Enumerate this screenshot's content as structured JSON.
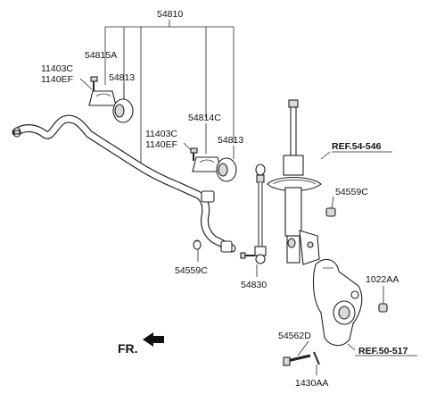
{
  "labels": {
    "assembly": "54810",
    "bracket_left": "54815A",
    "bolt_left_a": "11403C",
    "bolt_left_b": "1140EF",
    "bushing_left": "54813",
    "bracket_right": "54814C",
    "bolt_right_a": "11403C",
    "bolt_right_b": "1140EF",
    "bushing_right": "54813",
    "strut_ref": "REF.54-546",
    "nut_upper": "54559C",
    "nut_lower": "54559C",
    "link": "54830",
    "nut_knuckle": "1022AA",
    "bolt_knuckle": "54562D",
    "knuckle_ref": "REF.50-517",
    "pin": "1430AA",
    "direction": "FR."
  }
}
